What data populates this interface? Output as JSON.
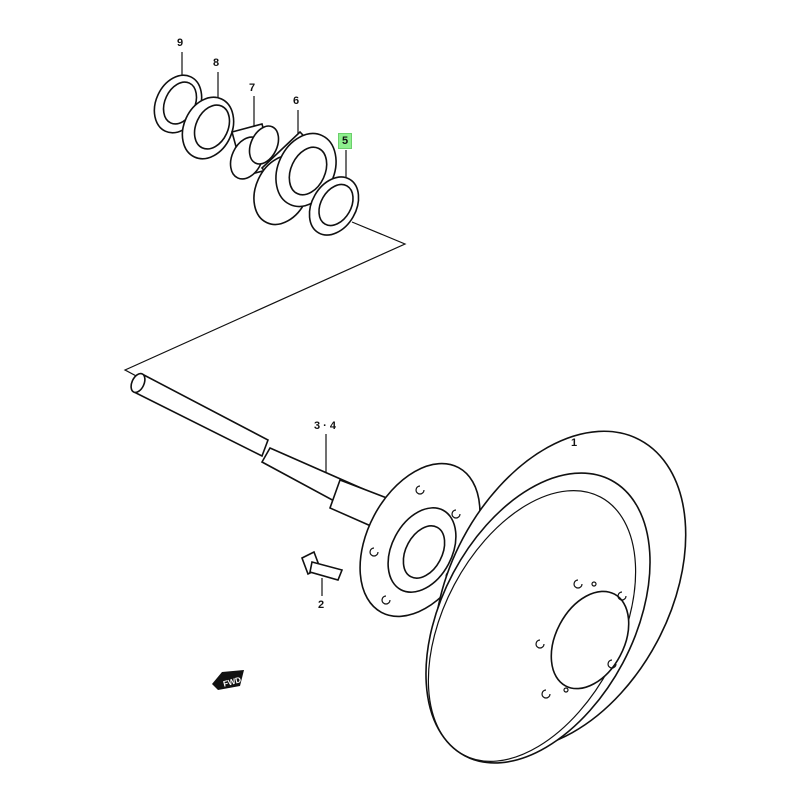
{
  "diagram": {
    "callouts": [
      {
        "id": "9",
        "label": "9"
      },
      {
        "id": "8",
        "label": "8"
      },
      {
        "id": "7",
        "label": "7"
      },
      {
        "id": "6",
        "label": "6"
      },
      {
        "id": "5",
        "label": "5",
        "highlighted": true
      },
      {
        "id": "3-4",
        "label": "3 · 4"
      },
      {
        "id": "1",
        "label": "1"
      },
      {
        "id": "2",
        "label": "2"
      }
    ],
    "direction_marker": "FWD",
    "highlight_color": "#8ef08e"
  }
}
